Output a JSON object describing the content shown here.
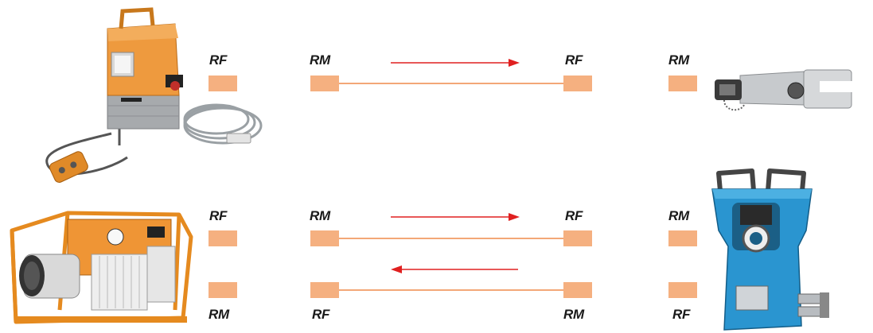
{
  "colors": {
    "connector": "#f5b080",
    "hose": "#f3a777",
    "arrow": "#e02020"
  },
  "labels": {
    "r1": {
      "a": "RF",
      "b": "RM",
      "c": "RF",
      "d": "RM"
    },
    "r2top": {
      "a": "RF",
      "b": "RM",
      "c": "RF",
      "d": "RM"
    },
    "r2bot": {
      "a": "RM",
      "b": "RF",
      "c": "RM",
      "d": "RF"
    }
  },
  "images": {
    "pump1": "electric-hydraulic-pump-icon",
    "head1": "hydraulic-cutter-head-icon",
    "pump2": "engine-hydraulic-pump-icon",
    "head2": "hydraulic-crimping-head-icon"
  }
}
